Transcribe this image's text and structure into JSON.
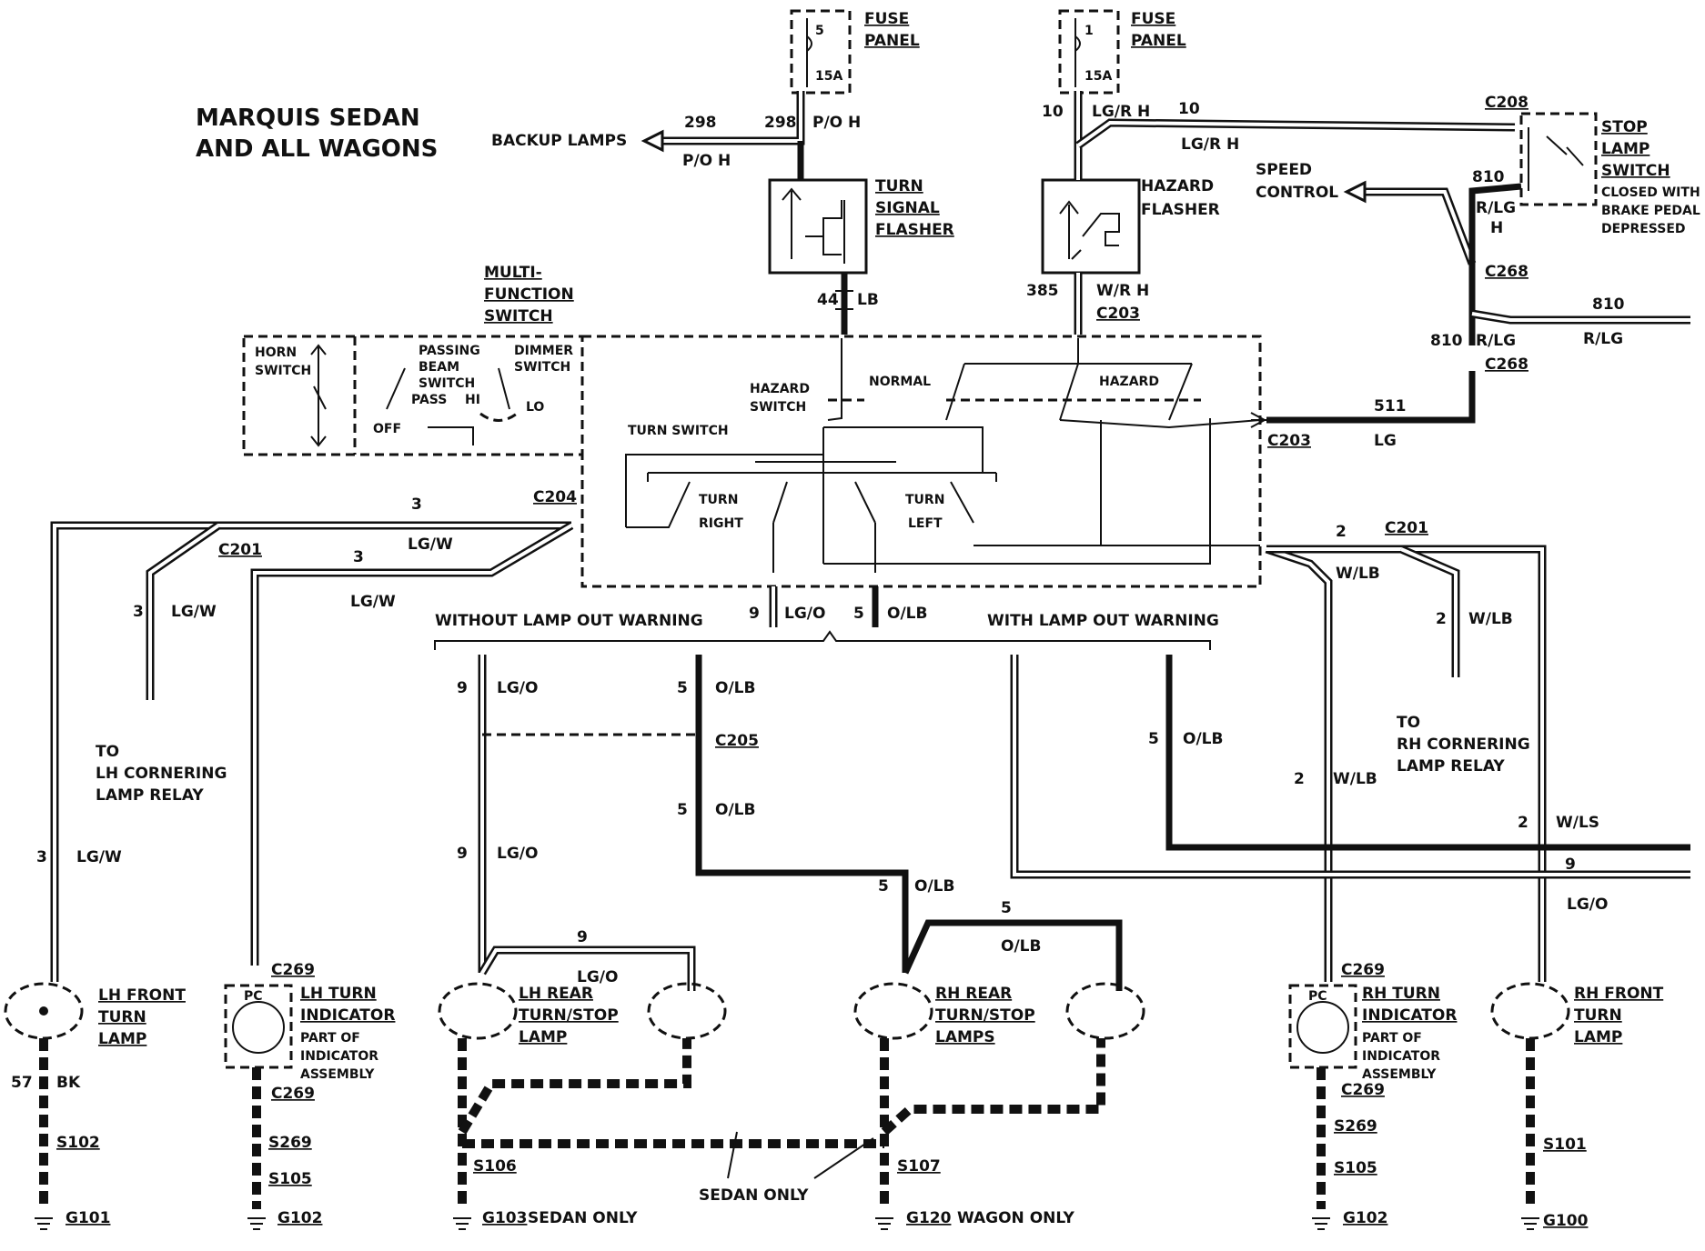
{
  "title_line1": "MARQUIS SEDAN",
  "title_line2": "AND ALL WAGONS",
  "fuse1": {
    "num": "5",
    "amp": "15A",
    "label1": "FUSE",
    "label2": "PANEL"
  },
  "fuse2": {
    "num": "1",
    "amp": "15A",
    "label1": "FUSE",
    "label2": "PANEL"
  },
  "backup_lamps": "BACKUP LAMPS",
  "w298a": "298",
  "w298b": "298",
  "po_h": "P/O H",
  "po_h2": "P/O H",
  "turn_flasher": [
    "TURN",
    "SIGNAL",
    "FLASHER"
  ],
  "hazard_flasher": [
    "HAZARD",
    "FLASHER"
  ],
  "w10a": "10",
  "w10b": "10",
  "lgrh_a": "LG/R H",
  "lgrh_b": "LG/R H",
  "c208": "C208",
  "stop_lamp": [
    "STOP",
    "LAMP",
    "SWITCH"
  ],
  "stop_note": [
    "CLOSED WITH",
    "BRAKE PEDAL",
    "DEPRESSED"
  ],
  "speed_control": [
    "SPEED",
    "CONTROL"
  ],
  "w810a": "810",
  "rlg_h": [
    "R/LG",
    "H"
  ],
  "c268a": "C268",
  "w810b": "810",
  "rlg_b": "R/LG",
  "w810c": "810",
  "rlg_c": "R/LG",
  "c268b": "C268",
  "w44": "44",
  "lb": "LB",
  "w385": "385",
  "wrh": "W/R H",
  "c203a": "C203",
  "multi_function": [
    "MULTI-",
    "FUNCTION",
    "SWITCH"
  ],
  "horn_switch": [
    "HORN",
    "SWITCH"
  ],
  "passing_beam": [
    "PASSING",
    "BEAM",
    "SWITCH"
  ],
  "dimmer_switch": [
    "DIMMER",
    "SWITCH"
  ],
  "pass": "PASS",
  "hi": "HI",
  "lo": "LO",
  "off": "OFF",
  "hazard_switch": [
    "HAZARD",
    "SWITCH"
  ],
  "normal": "NORMAL",
  "hazard": "HAZARD",
  "turn_switch": "TURN SWITCH",
  "turn_right": [
    "TURN",
    "RIGHT"
  ],
  "turn_left": [
    "TURN",
    "LEFT"
  ],
  "w511": "511",
  "lg": "LG",
  "c203b": "C203",
  "w3a": "3",
  "lgw_a": "LG/W",
  "c204": "C204",
  "c201a": "C201",
  "w3b": "3",
  "lgw_b": "LG/W",
  "w3c": "3",
  "lgw_c": "LG/W",
  "w2a": "2",
  "c201b": "C201",
  "wlb_a": "W/LB",
  "w2b": "2",
  "wlb_b": "W/LB",
  "w9a": "9",
  "lgo_a": "LG/O",
  "w5a": "5",
  "olb_a": "O/LB",
  "without_warning": "WITHOUT LAMP OUT WARNING",
  "with_warning": "WITH LAMP OUT WARNING",
  "w9b": "9",
  "lgo_b": "LG/O",
  "w5b": "5",
  "olb_b": "O/LB",
  "c205": "C205",
  "w5c": "5",
  "olb_c": "O/LB",
  "w9c": "9",
  "lgo_c": "LG/O",
  "w5d": "5",
  "olb_d": "O/LB",
  "w5e": "5",
  "olb_e": "O/LB",
  "w5f": "5",
  "olb_f": "O/LB",
  "w9d": "9",
  "lgo_d": "LG/O",
  "to_lh": [
    "TO",
    "LH CORNERING",
    "LAMP RELAY"
  ],
  "to_rh": [
    "TO",
    "RH CORNERING",
    "LAMP  RELAY"
  ],
  "w3d": "3",
  "lgw_d": "LG/W",
  "w2c": "2",
  "wlb_c": "W/LB",
  "w2d": "2",
  "wls": "W/LS",
  "w9e": "9",
  "lgo_e": "LG/O",
  "lh_front": [
    "LH FRONT",
    "TURN",
    "LAMP"
  ],
  "lh_turn_ind": [
    "LH TURN",
    "INDICATOR"
  ],
  "part_of": [
    "PART OF",
    "INDICATOR",
    "ASSEMBLY"
  ],
  "c269a": "C269",
  "c269b": "C269",
  "lh_rear": [
    "LH REAR",
    "TURN/STOP",
    "LAMP"
  ],
  "rh_rear": [
    "RH REAR",
    "TURN/STOP",
    "LAMPS"
  ],
  "rh_turn_ind": [
    "RH TURN",
    "INDICATOR"
  ],
  "part_of2": [
    "PART OF",
    "INDICATOR",
    "ASSEMBLY"
  ],
  "c269c": "C269",
  "c269d": "C269",
  "rh_front": [
    "RH FRONT",
    "TURN",
    "LAMP"
  ],
  "w9f": "9",
  "lgo_f": "LG/O",
  "pc": "PC",
  "pc2": "PC",
  "w57": "57",
  "bk": "BK",
  "s102": "S102",
  "g101": "G101",
  "s269a": "S269",
  "s105a": "S105",
  "g102a": "G102",
  "s106": "S106",
  "g103": "G103",
  "sedan_only_g": "SEDAN ONLY",
  "sedan_only": "SEDAN ONLY",
  "s107": "S107",
  "g120": "G120",
  "wagon_only": "WAGON ONLY",
  "s269b": "S269",
  "s105b": "S105",
  "g102b": "G102",
  "s101": "S101",
  "g100": "G100"
}
